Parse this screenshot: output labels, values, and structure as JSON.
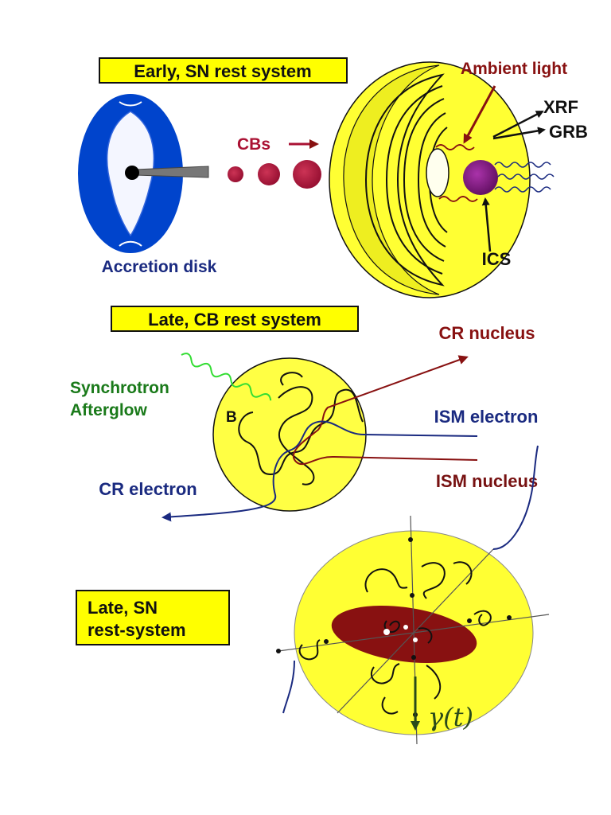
{
  "panels": {
    "early": {
      "title": "Early, SN rest system",
      "labels": {
        "accretion_disk": "Accretion disk",
        "cbs": "CBs",
        "ambient_light": "Ambient light",
        "xrf": "XRF",
        "grb": "GRB",
        "ics": "ICS"
      }
    },
    "late_cb": {
      "title": "Late, CB rest system",
      "labels": {
        "cr_nucleus": "CR nucleus",
        "synchrotron": "Synchrotron",
        "afterglow": "Afterglow",
        "b_field": "B",
        "ism_electron": "ISM electron",
        "ism_nucleus": "ISM nucleus",
        "cr_electron": "CR electron"
      }
    },
    "late_sn": {
      "title_line1": "Late, SN",
      "title_line2": "rest-system",
      "gamma_label": "γ(t)"
    }
  },
  "colors": {
    "title_box_fill": "#ffff00",
    "yellow_fill": "#ffff33",
    "disk_blue": "#0044cc",
    "cannonball_red": "#aa1133",
    "dark_red": "#881111",
    "nucleus_red": "#771111",
    "navy": "#1a2a80",
    "green_text": "#1a7a1a",
    "light_green": "#33dd33",
    "ics_purple": "#7a1a7a",
    "gamma_green": "#2a4a1a"
  }
}
